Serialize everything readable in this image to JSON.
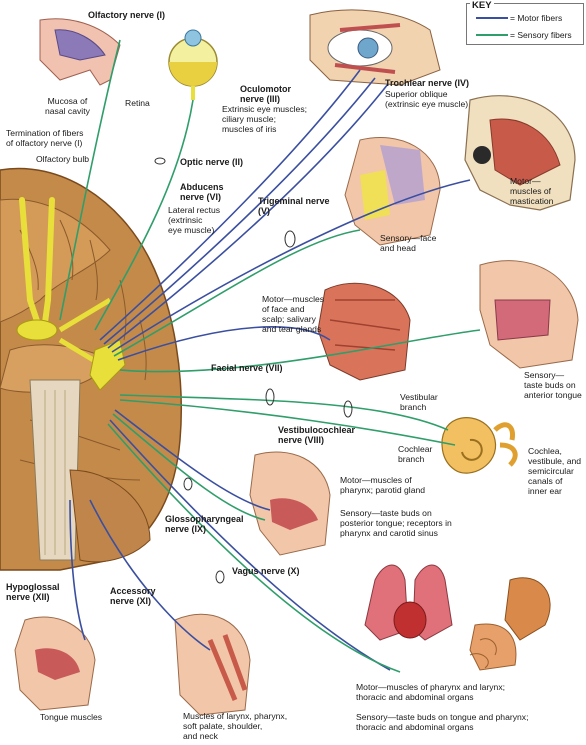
{
  "key": {
    "title": "KEY",
    "motor": "= Motor fibers",
    "sensory": "= Sensory fibers",
    "motor_color": "#3a4fa0",
    "sensory_color": "#2f9e6a"
  },
  "labels": {
    "olfactory_nerve": "Olfactory nerve (I)",
    "mucosa": "Mucosa of\nnasal cavity",
    "retina": "Retina",
    "termination": "Termination of fibers\nof olfactory nerve (I)",
    "olfactory_bulb": "Olfactory bulb",
    "optic_nerve": "Optic nerve (II)",
    "oculomotor": "Oculomotor\nnerve (III)",
    "oculomotor_desc": "Extrinsic eye muscles;\nciliary muscle;\nmuscles of iris",
    "trochlear": "Trochlear nerve (IV)",
    "trochlear_desc": "Superior oblique\n(extrinsic eye muscle)",
    "abducens": "Abducens\nnerve (VI)",
    "abducens_desc": "Lateral rectus\n(extrinsic\neye muscle)",
    "trigeminal": "Trigeminal nerve\n(V)",
    "motor_mastication": "Motor—\nmuscles of\nmastication",
    "sensory_face": "Sensory—face\nand head",
    "motor_face": "Motor—muscles\nof face and\nscalp; salivary\nand tear glands",
    "facial": "Facial nerve (VII)",
    "sensory_taste": "Sensory—\ntaste buds on\nanterior tongue",
    "vestibular_branch": "Vestibular\nbranch",
    "vestibulocochlear": "Vestibulocochlear\nnerve (VIII)",
    "cochlear_branch": "Cochlear\nbranch",
    "cochlea_desc": "Cochlea,\nvestibule, and\nsemicircular\ncanals of\ninner ear",
    "motor_pharynx": "Motor—muscles of\npharynx; parotid gland",
    "sensory_posterior": "Sensory—taste buds on\nposterior tongue; receptors in\npharynx and carotid sinus",
    "glossopharyngeal": "Glossopharyngeal\nnerve (IX)",
    "vagus": "Vagus nerve (X)",
    "hypoglossal": "Hypoglossal\nnerve (XII)",
    "accessory": "Accessory\nnerve (XI)",
    "tongue_muscles": "Tongue muscles",
    "muscles_larynx": "Muscles of larynx, pharynx,\nsoft palate, shoulder,\nand neck",
    "motor_thoracic": "Motor—muscles of pharynx and larynx;\nthoracic and abdominal organs",
    "sensory_thoracic": "Sensory—taste buds on tongue and pharynx;\nthoracic and abdominal organs"
  }
}
